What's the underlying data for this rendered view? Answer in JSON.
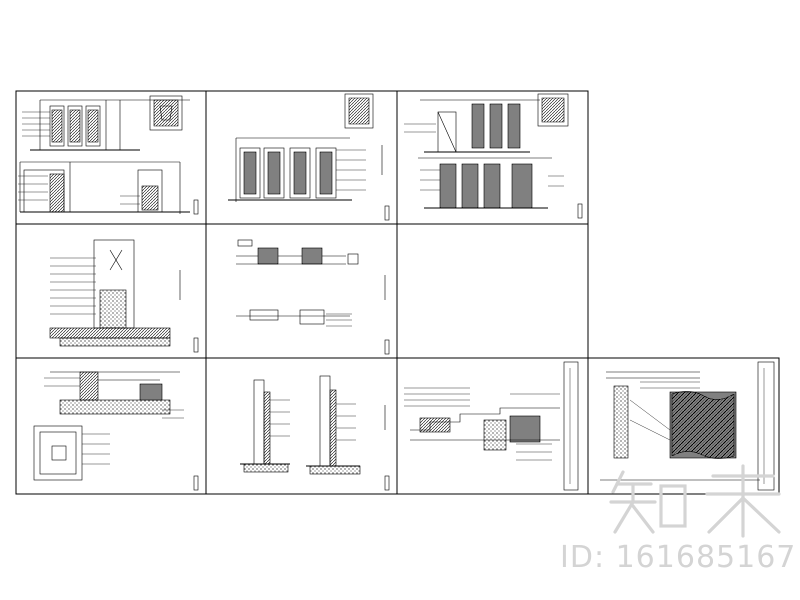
{
  "sheet": {
    "panels": [
      {
        "id": "p1",
        "content": "elevation-pair"
      },
      {
        "id": "p2",
        "content": "elevation"
      },
      {
        "id": "p3",
        "content": "elevation-pair"
      },
      {
        "id": "p4",
        "content": "section"
      },
      {
        "id": "p5",
        "content": "details"
      },
      {
        "id": "p6",
        "content": "empty"
      },
      {
        "id": "p7",
        "content": "section-and-plan"
      },
      {
        "id": "p8",
        "content": "wall-sections"
      },
      {
        "id": "p9",
        "content": "stair-section"
      },
      {
        "id": "p10",
        "content": "textured-elevation"
      }
    ]
  },
  "watermark": {
    "logo_text": "知末",
    "id_text": "ID: 161685167",
    "color": "#d4d4d4"
  }
}
